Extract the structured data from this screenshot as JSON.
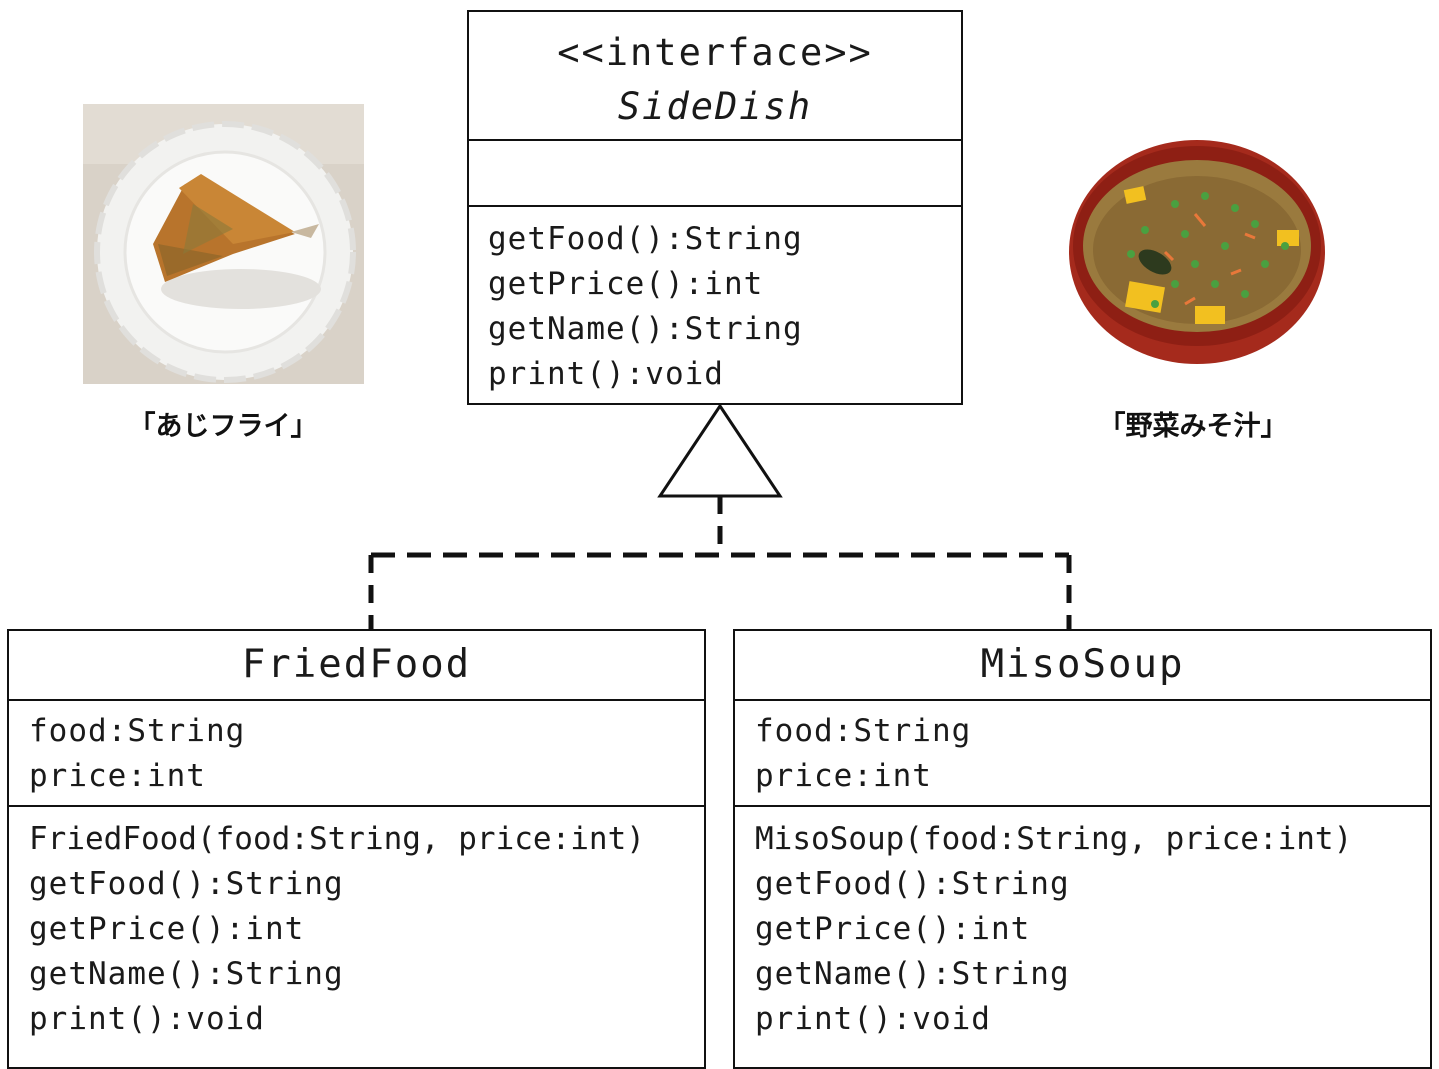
{
  "interface": {
    "stereotype": "<<interface>>",
    "name": "SideDish",
    "attributes": [],
    "methods": [
      "getFood():String",
      "getPrice():int",
      "getName():String",
      "print():void"
    ]
  },
  "classes": [
    {
      "name": "FriedFood",
      "attributes": [
        "food:String",
        "price:int"
      ],
      "methods": [
        "FriedFood(food:String, price:int)",
        "getFood():String",
        "getPrice():int",
        "getName():String",
        "print():void"
      ]
    },
    {
      "name": "MisoSoup",
      "attributes": [
        "food:String",
        "price:int"
      ],
      "methods": [
        "MisoSoup(food:String, price:int)",
        "getFood():String",
        "getPrice():int",
        "getName():String",
        "print():void"
      ]
    }
  ],
  "photos": {
    "left_caption": "「あじフライ」",
    "right_caption": "「野菜みそ汁」"
  }
}
